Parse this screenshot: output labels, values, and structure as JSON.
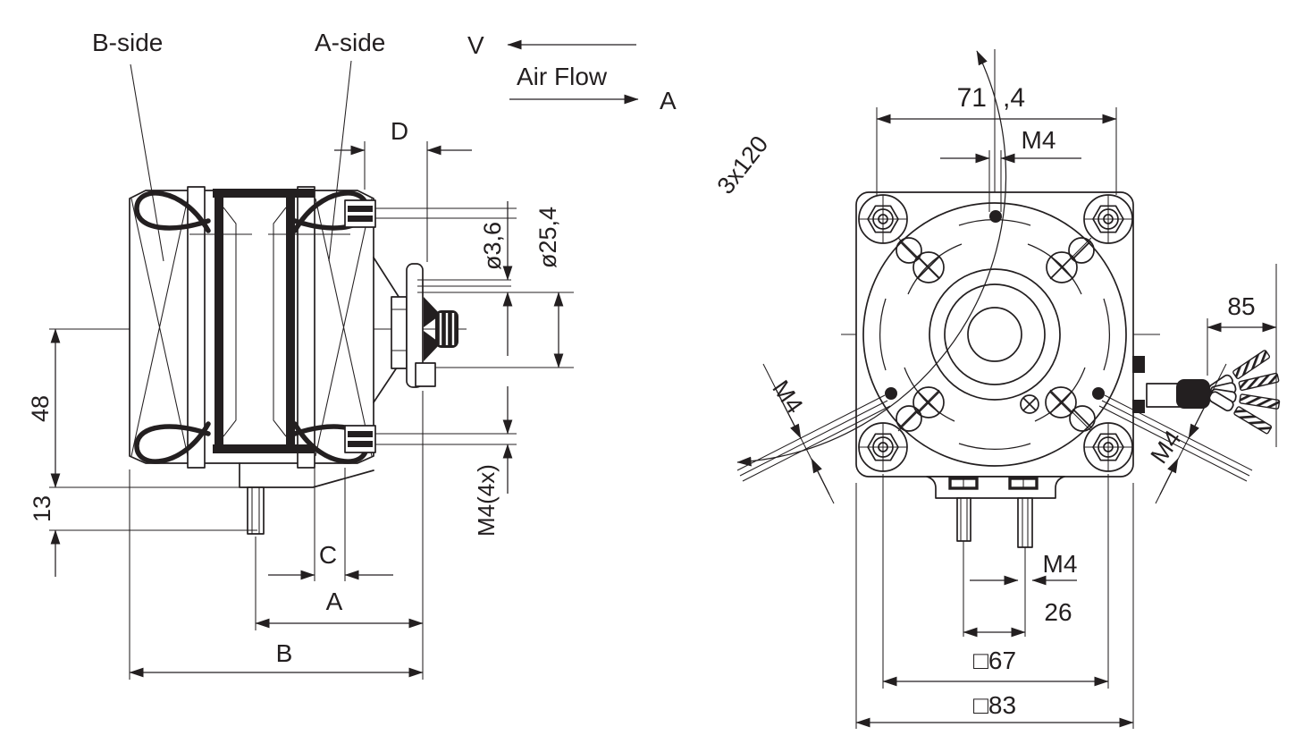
{
  "drawing": {
    "type": "motor-dimensional-drawing",
    "colors": {
      "background": "#ffffff",
      "line": "#231f20"
    },
    "side_view": {
      "labels": {
        "b_side": "B-side",
        "a_side": "A-side"
      },
      "flow": {
        "v": "V",
        "air_flow": "Air Flow",
        "a": "A"
      },
      "dims": {
        "d": "D",
        "dia_shaft": "ø3,6",
        "dia_hub": "ø25,4",
        "center_height": "48",
        "foot_offset": "13",
        "stud_thread": "M4(4x)",
        "c": "C",
        "a": "A",
        "b": "B"
      }
    },
    "front_view": {
      "dims": {
        "width_whole": "71",
        "width_frac": ",4",
        "thread_top": "M4",
        "hole_pattern": "3x120",
        "thread_left": "M4",
        "thread_right": "M4",
        "lead_length": "85",
        "thread_bottom": "M4",
        "pin_spacing": "26",
        "mount_square": "□67",
        "flange_square": "□83"
      }
    }
  }
}
